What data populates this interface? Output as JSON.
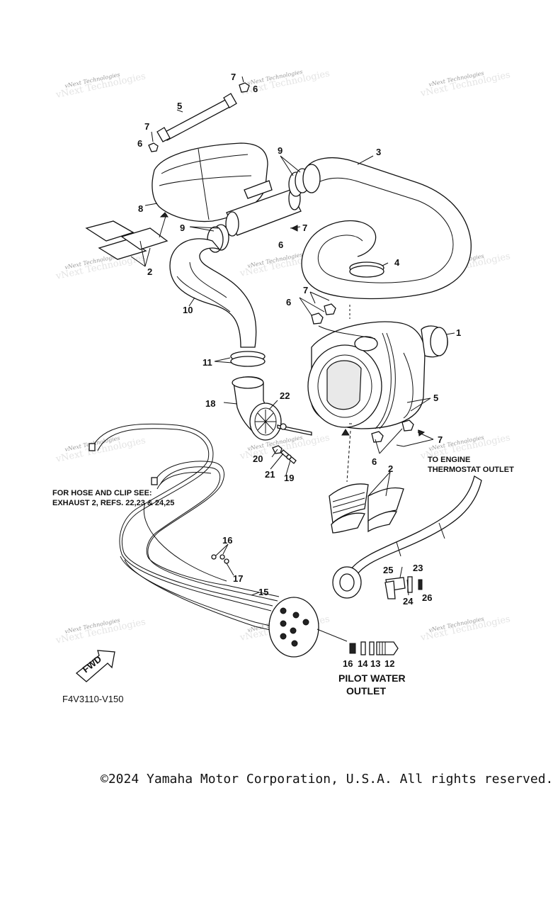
{
  "callouts": {
    "c1": "1",
    "c2a": "2",
    "c2b": "2",
    "c3": "3",
    "c4": "4",
    "c5a": "5",
    "c5b": "5",
    "c6a": "6",
    "c6b": "6",
    "c6c": "6",
    "c6d": "6",
    "c6e": "6",
    "c7a": "7",
    "c7b": "7",
    "c7c": "7",
    "c7d": "7",
    "c7e": "7",
    "c8": "8",
    "c9a": "9",
    "c9b": "9",
    "c10": "10",
    "c11": "11",
    "c12": "12",
    "c13": "13",
    "c14": "14",
    "c15": "15",
    "c16a": "16",
    "c16b": "16",
    "c17": "17",
    "c18": "18",
    "c19": "19",
    "c20": "20",
    "c21": "21",
    "c22": "22",
    "c23": "23",
    "c24": "24",
    "c25": "25",
    "c26": "26"
  },
  "notes": {
    "hose_clip_line1": "FOR HOSE AND CLIP SEE:",
    "hose_clip_line2": "EXHAUST 2, REFS. 22,23 & 24,25",
    "engine_line1": "TO ENGINE",
    "engine_line2": "THERMOSTAT OUTLET",
    "pilot_line1": "PILOT WATER",
    "pilot_line2": "OUTLET",
    "fwd": "FWD"
  },
  "diagram_code": "F4V3110-V150",
  "watermark": {
    "small_text": "vNext Technologies",
    "large_text": "vNext Technologies"
  },
  "copyright": "©2024 Yamaha Motor Corporation, U.S.A. All rights reserved."
}
